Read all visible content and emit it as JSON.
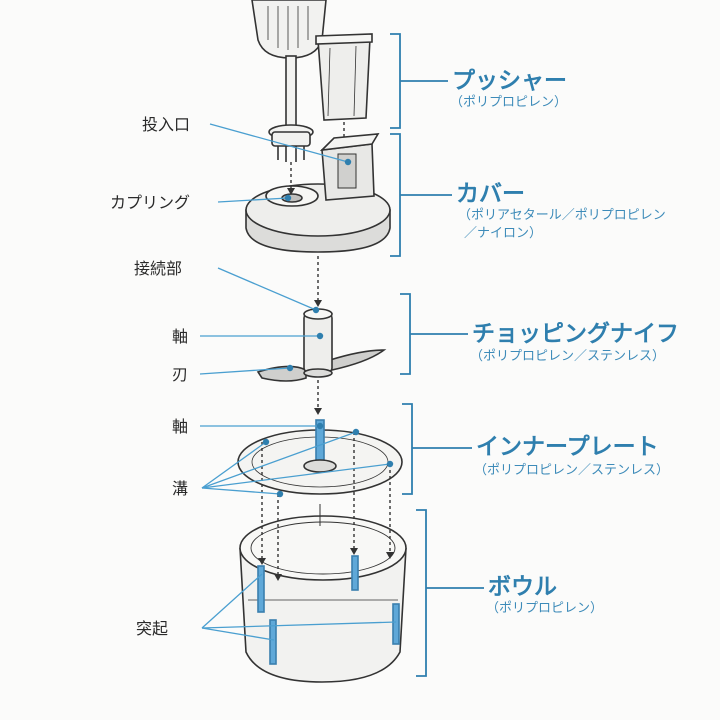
{
  "labels": {
    "toinyuko": "投入口",
    "coupling": "カプリング",
    "setsuzokubu": "接続部",
    "jiku_top": "軸",
    "ha": "刃",
    "jiku_mid": "軸",
    "mizo": "溝",
    "tokki": "突起"
  },
  "parts": {
    "pusher": {
      "name": "プッシャー",
      "material": "（ポリプロピレン）"
    },
    "cover": {
      "name": "カバー",
      "material_line1": "（ポリアセタール／ポリプロピレン",
      "material_line2": "／ナイロン）"
    },
    "knife": {
      "name": "チョッピングナイフ",
      "material": "（ポリプロピレン／ステンレス）"
    },
    "inner_plate": {
      "name": "インナープレート",
      "material": "（ポリプロピレン／ステンレス）"
    },
    "bowl": {
      "name": "ボウル",
      "material": "（ポリプロピレン）"
    }
  },
  "colors": {
    "accent": "#2f7fae",
    "leader": "#4a9fd0",
    "part_fill": "#eeeeec",
    "outline": "#333333"
  }
}
